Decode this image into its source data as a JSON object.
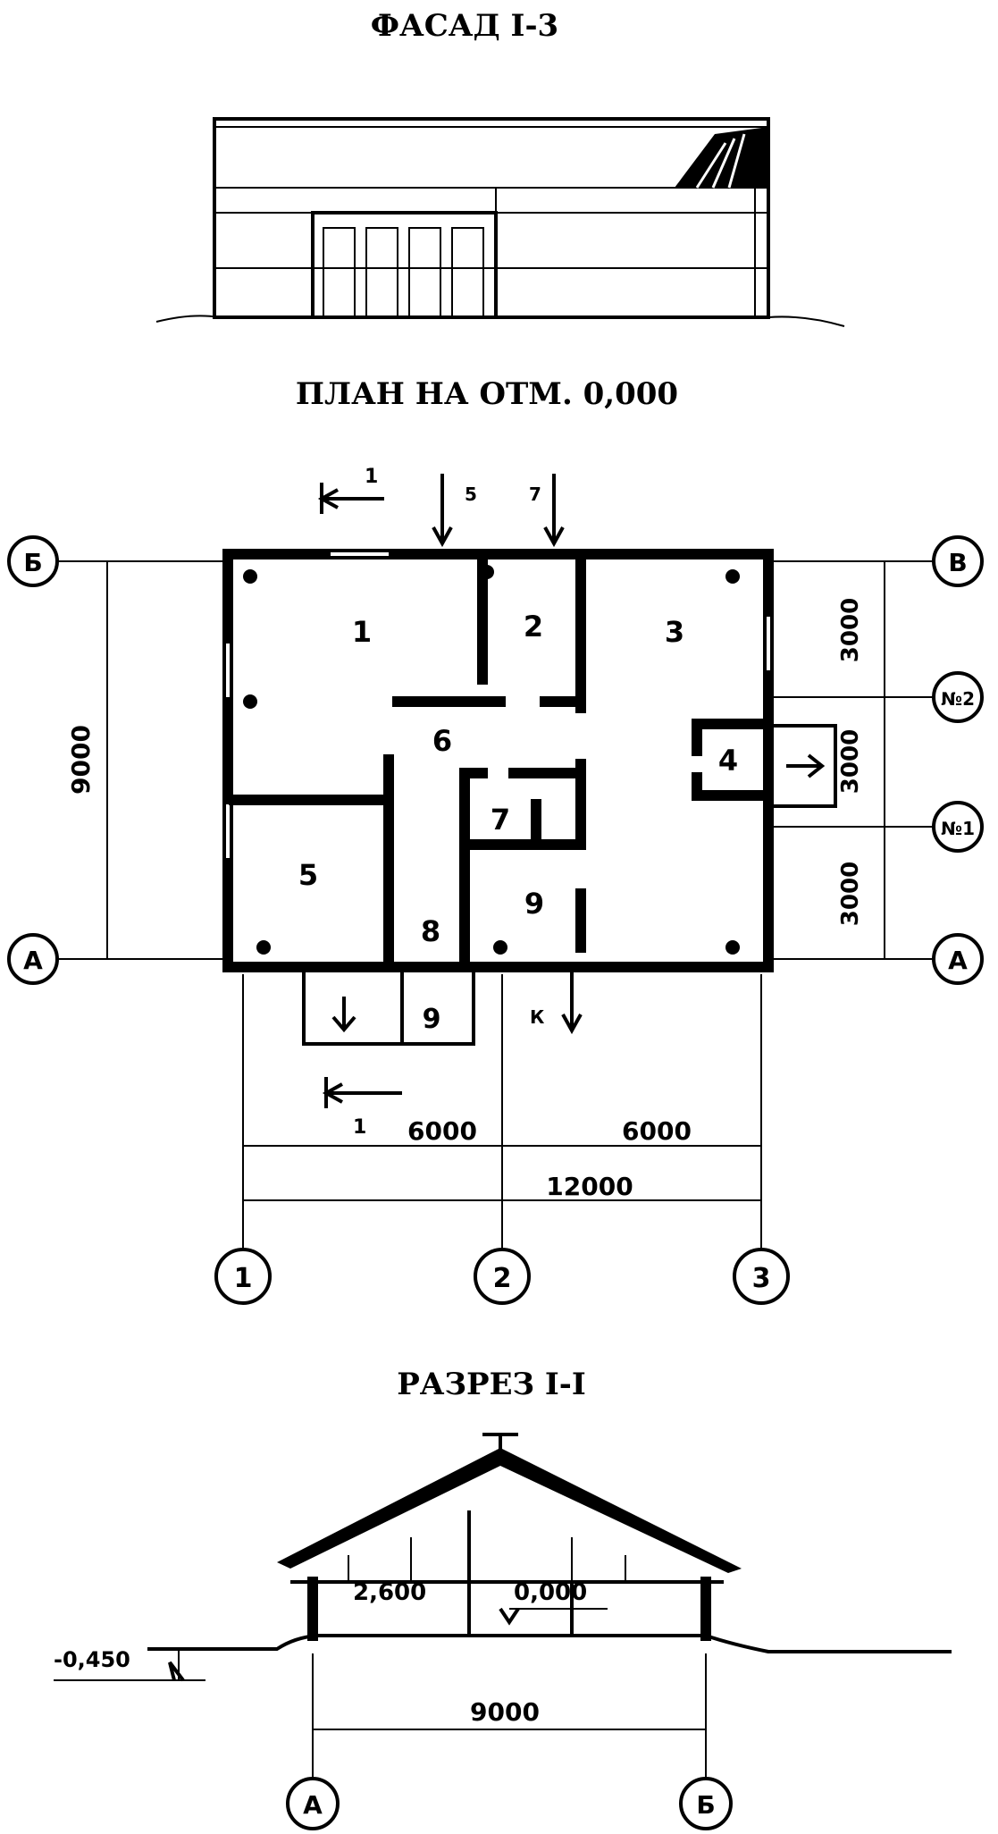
{
  "facade": {
    "title": "ФАСАД I-3"
  },
  "plan": {
    "title": "ПЛАН НА ОТМ. 0,000",
    "rooms": [
      "1",
      "2",
      "3",
      "4",
      "5",
      "6",
      "7",
      "8",
      "9",
      "9"
    ],
    "axes_vertical": [
      "1",
      "2",
      "3"
    ],
    "axes_horizontal_left": [
      "Б",
      "А"
    ],
    "axes_horizontal_right": [
      "В",
      "№2",
      "№1",
      "А"
    ],
    "dims": {
      "d6000a": "6000",
      "d6000b": "6000",
      "d12000": "12000",
      "d9000": "9000",
      "d3000a": "3000",
      "d3000b": "3000",
      "d3000c": "3000"
    },
    "section_marks": [
      "1",
      "1"
    ],
    "entry_marks": [
      "5",
      "7",
      "К"
    ]
  },
  "section": {
    "title": "РАЗРЕЗ I-I",
    "levels": {
      "ground": "-0,450",
      "l1": "2,600",
      "l2": "0,000"
    },
    "dim": "9000",
    "axes": [
      "А",
      "Б"
    ]
  }
}
